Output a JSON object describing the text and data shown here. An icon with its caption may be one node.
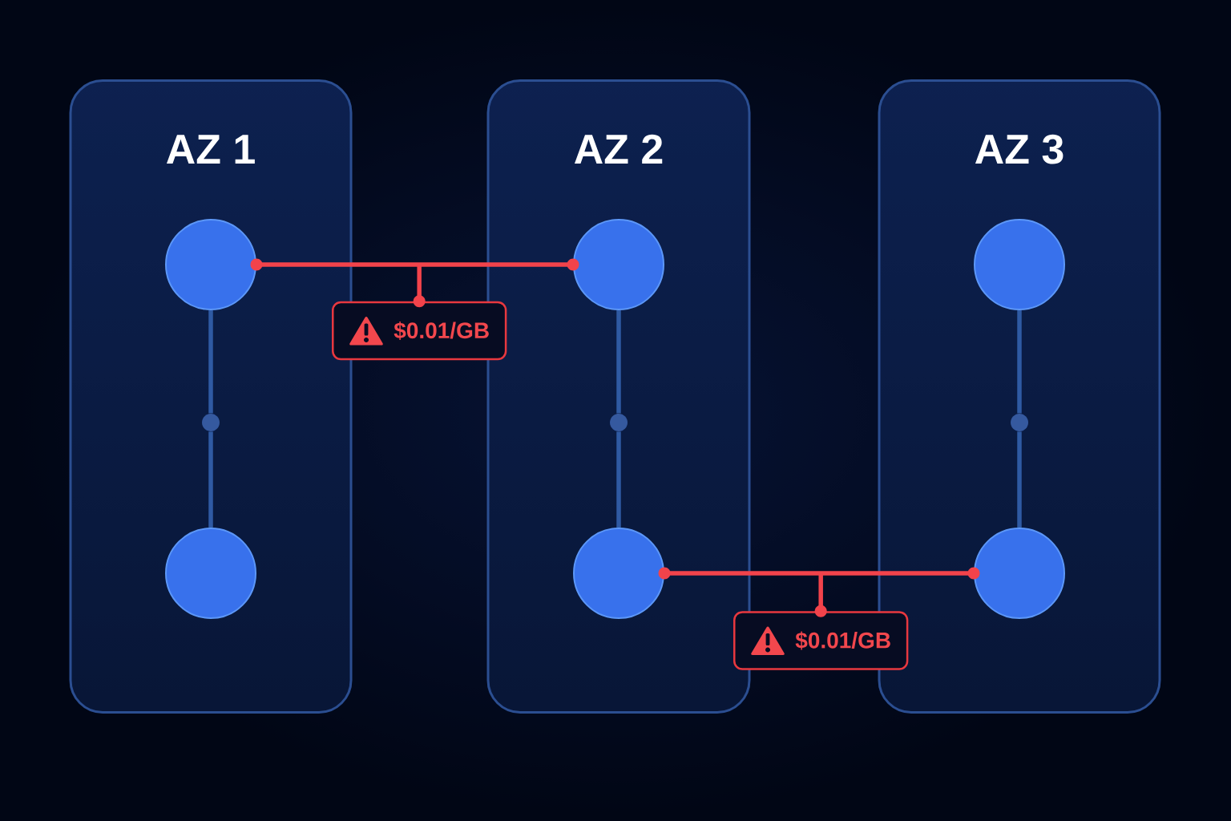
{
  "diagram": {
    "nodes": [
      {
        "text": [
          "AZ 1"
        ]
      },
      {
        "text": [
          "AZ 2"
        ]
      },
      {
        "text": [
          "AZ 3"
        ]
      },
      {
        "text": [],
        "shape": "circle",
        "in": 0
      },
      {
        "text": [],
        "shape": "circle",
        "in": 0
      },
      {
        "text": [],
        "shape": "circle",
        "in": 0
      },
      {
        "text": [],
        "shape": "circle",
        "in": 1
      },
      {
        "text": [],
        "shape": "circle",
        "in": 1
      },
      {
        "text": [],
        "shape": "circle",
        "in": 1
      },
      {
        "text": [],
        "shape": "circle",
        "in": 2
      },
      {
        "text": [],
        "shape": "circle",
        "in": 2
      },
      {
        "text": [],
        "shape": "circle",
        "in": 2
      },
      {
        "text": [
          "$0.01/GB"
        ]
      },
      {
        "text": [
          "$0.01/GB"
        ]
      }
    ],
    "edges": [
      {
        "from": 3,
        "to": 4,
        "arrow": "none"
      },
      {
        "from": 4,
        "to": 5,
        "arrow": "none"
      },
      {
        "from": 6,
        "to": 7,
        "arrow": "none"
      },
      {
        "from": 7,
        "to": 8,
        "arrow": "none"
      },
      {
        "from": 9,
        "to": 10,
        "arrow": "none"
      },
      {
        "from": 10,
        "to": 11,
        "arrow": "none"
      },
      {
        "from": 3,
        "to": 6,
        "arrow": "other",
        "color": "#f2434b"
      },
      {
        "from": 12,
        "to": null,
        "arrow": "other",
        "color": "#f2434b"
      },
      {
        "from": 8,
        "to": 11,
        "arrow": "other",
        "color": "#f2434b"
      },
      {
        "from": 13,
        "to": null,
        "arrow": "other",
        "color": "#f2434b"
      }
    ]
  }
}
